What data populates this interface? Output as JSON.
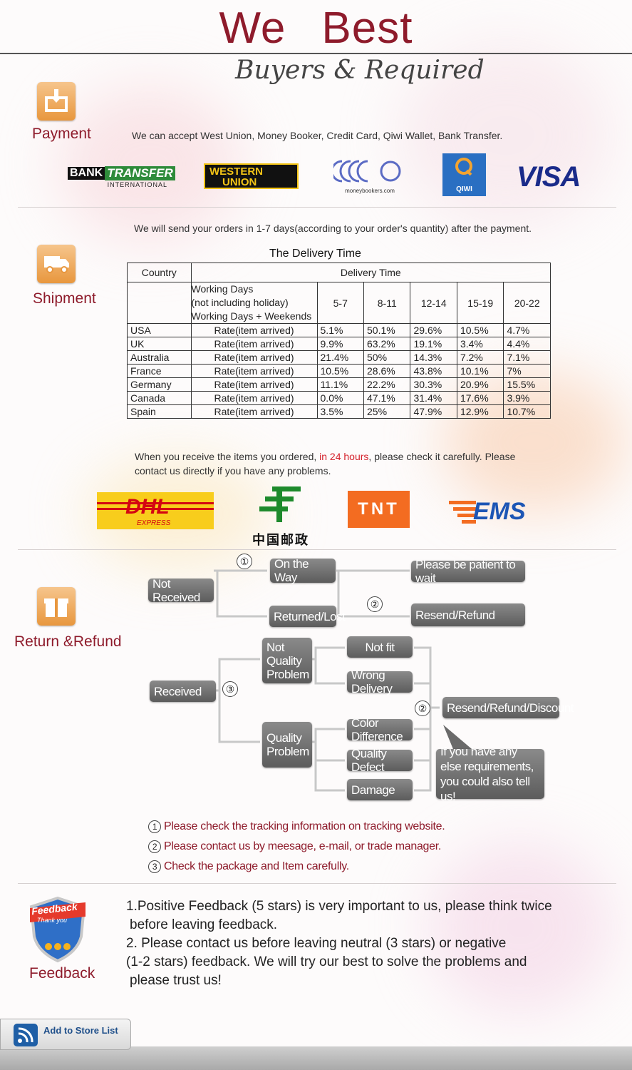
{
  "header": {
    "title_left": "We",
    "title_right": "Best",
    "subtitle": "Buyers & Required"
  },
  "payment": {
    "label": "Payment",
    "text": "We can accept West Union, Money Booker, Credit Card, Qiwi Wallet, Bank Transfer.",
    "logos": {
      "bank_top": "BANK",
      "bank_transfer": "TRANSFER",
      "bank_sub": "INTERNATIONAL",
      "wu_line1": "WESTERN",
      "wu_line2": "UNION",
      "mb_name": "moneybookers.com",
      "qiwi": "QIWI",
      "visa": "VISA"
    }
  },
  "shipment": {
    "label": "Shipment",
    "intro": "We will send your orders in 1-7 days(according to your order's quantity) after the payment.",
    "table_title": "The Delivery Time",
    "col_country": "Country",
    "col_delivery": "Delivery Time",
    "days_line1": "Working Days",
    "days_line2": "(not including holiday)",
    "days_line3": "Working Days + Weekends",
    "ranges": [
      "5-7",
      "8-11",
      "12-14",
      "15-19",
      "20-22"
    ],
    "rows": [
      {
        "country": "USA",
        "label": "Rate(item arrived)",
        "values": [
          "5.1%",
          "50.1%",
          "29.6%",
          "10.5%",
          "4.7%"
        ]
      },
      {
        "country": "UK",
        "label": "Rate(item arrived)",
        "values": [
          "9.9%",
          "63.2%",
          "19.1%",
          "3.4%",
          "4.4%"
        ]
      },
      {
        "country": "Australia",
        "label": "Rate(item arrived)",
        "values": [
          "21.4%",
          "50%",
          "14.3%",
          "7.2%",
          "7.1%"
        ]
      },
      {
        "country": "France",
        "label": "Rate(item arrived)",
        "values": [
          "10.5%",
          "28.6%",
          "43.8%",
          "10.1%",
          "7%"
        ]
      },
      {
        "country": "Germany",
        "label": "Rate(item arrived)",
        "values": [
          "11.1%",
          "22.2%",
          "30.3%",
          "20.9%",
          "15.5%"
        ]
      },
      {
        "country": "Canada",
        "label": "Rate(item arrived)",
        "values": [
          "0.0%",
          "47.1%",
          "31.4%",
          "17.6%",
          "3.9%"
        ]
      },
      {
        "country": "Spain",
        "label": "Rate(item arrived)",
        "values": [
          "3.5%",
          "25%",
          "47.9%",
          "12.9%",
          "10.7%"
        ]
      }
    ],
    "after_1": "When you receive the items you ordered, ",
    "after_highlight": "in 24 hours",
    "after_2": ", please check it carefully. Please",
    "after_3": "contact us directly if you have any problems.",
    "carriers": {
      "dhl": "DHL",
      "dhl_sub": "EXPRESS",
      "china_post": "中国邮政",
      "tnt": "TNT",
      "ems": "EMS"
    }
  },
  "refund": {
    "label": "Return &Refund",
    "not_received": "Not Received",
    "on_the_way": "On the Way",
    "patient": "Please be patient to wait",
    "returned_lost": "Returned/Lost",
    "resend_refund": "Resend/Refund",
    "received": "Received",
    "not_quality": "Not Quality Problem",
    "quality_problem": "Quality Problem",
    "not_fit": "Not fit",
    "wrong_delivery": "Wrong Delivery",
    "color_difference": "Color Difference",
    "quality_defect": "Quality Defect",
    "damage": "Damage",
    "resend_refund_discount": "Resend/Refund/Discount",
    "else_req": "If you have any else requirements, you could also tell us!",
    "n1": "①",
    "n2": "②",
    "n3": "③",
    "notes": [
      {
        "n": "1",
        "text": "Please check the tracking information on tracking website."
      },
      {
        "n": "2",
        "text": "Please contact us by meesage, e-mail, or trade manager."
      },
      {
        "n": "3",
        "text": "Check the package and Item carefully."
      }
    ]
  },
  "feedback": {
    "label": "Feedback",
    "badge_title": "Feedback",
    "badge_sub": "Thank you",
    "line1": "1.Positive Feedback (5 stars) is very important to us, please think twice",
    "line2": "before leaving feedback.",
    "line3": "2. Please contact us before leaving neutral (3 stars) or negative",
    "line4": "(1-2 stars) feedback. We will try our best to solve the problems and",
    "line5": "please trust us!"
  },
  "store": {
    "add_label": "Add to Store List"
  }
}
